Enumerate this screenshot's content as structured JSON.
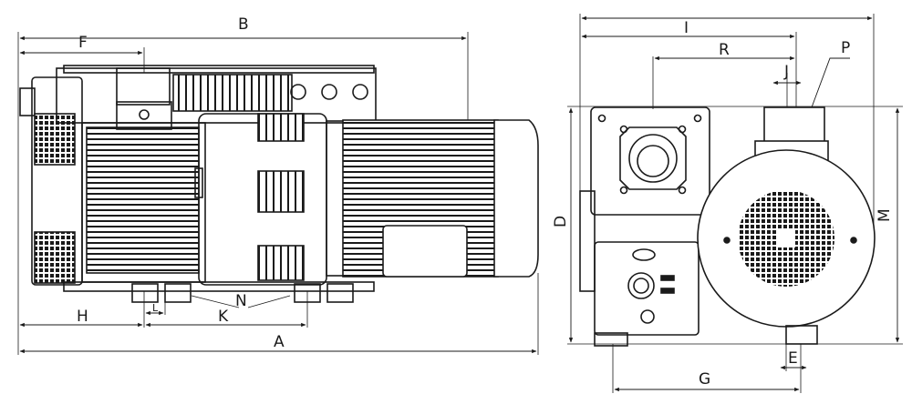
{
  "drawing": {
    "side_view": {
      "labels": {
        "A": "A",
        "B": "B",
        "F": "F",
        "H": "H",
        "K": "K",
        "L": "L",
        "N": "N"
      }
    },
    "end_view": {
      "labels": {
        "I": "I",
        "R": "R",
        "J": "J",
        "P": "P",
        "D": "D",
        "M": "M",
        "G": "G",
        "E": "E"
      }
    }
  },
  "colors": {
    "ink": "#1a1a1a",
    "paper": "#ffffff",
    "hatch": "#2b2b2b"
  }
}
